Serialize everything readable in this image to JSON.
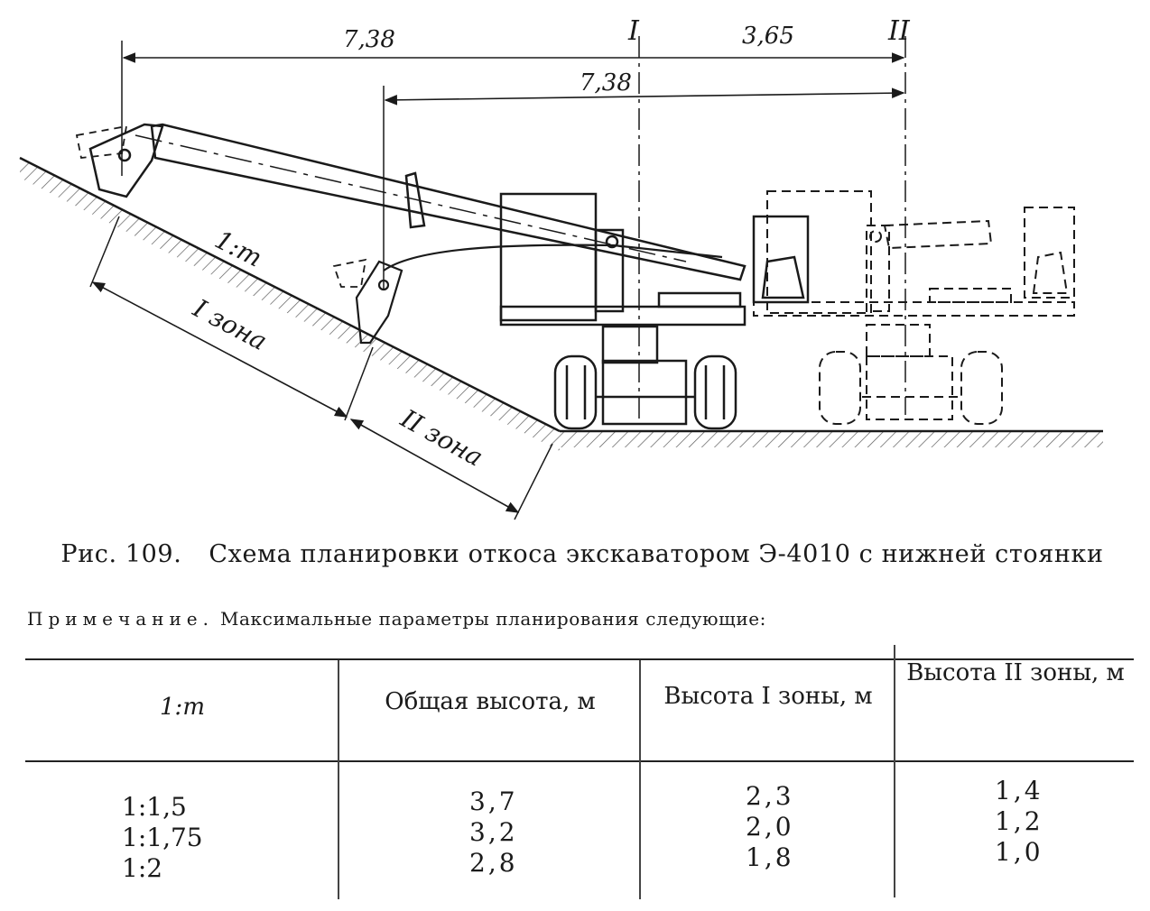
{
  "figure": {
    "dimensions": {
      "top_left": "7,38",
      "top_right": "3,65",
      "lower": "7,38"
    },
    "section_marks": [
      "I",
      "II"
    ],
    "slope_label": "1:m",
    "zones": [
      "I зона",
      "II зона"
    ]
  },
  "caption": {
    "number": "Рис. 109.",
    "text": "Схема планировки откоса экскаватором Э-4010 с нижней стоянки"
  },
  "note": {
    "prefix": "Примечание.",
    "text": "Максимальные параметры планирования следующие:"
  },
  "table": {
    "headers": [
      "1:m",
      "Общая высота, м",
      "Высота I зоны, м",
      "Высота II зоны, м"
    ],
    "rows": [
      [
        "1:1,5",
        "3,7",
        "2,3",
        "1,4"
      ],
      [
        "1:1,75",
        "3,2",
        "2,0",
        "1,2"
      ],
      [
        "1:2",
        "2,8",
        "1,8",
        "1,0"
      ]
    ]
  }
}
